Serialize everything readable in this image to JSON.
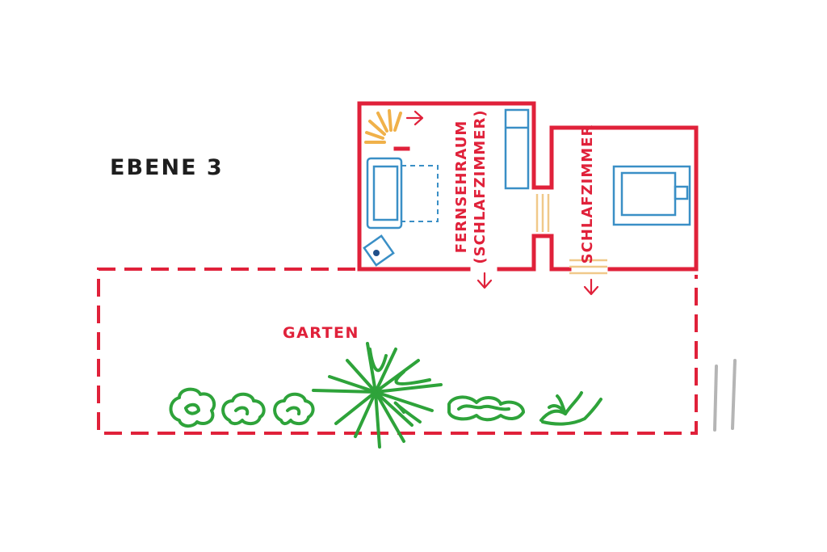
{
  "floor": {
    "label": "EBENE 3"
  },
  "rooms": {
    "fernsehraum": {
      "line1": "FERNSEHRAUM",
      "line2": "(SCHLAFZIMMER)"
    },
    "schlafzimmer": {
      "label": "SCHLAFZIMMER"
    },
    "garten": {
      "label": "GARTEN"
    }
  },
  "colors": {
    "wall": "#e0213a",
    "furniture": "#3a8fc6",
    "sun": "#f0b14a",
    "door_lines": "#f0c98a",
    "plants": "#2ea33a",
    "label": "#1e1e1e",
    "fence": "#b5b5b5"
  }
}
